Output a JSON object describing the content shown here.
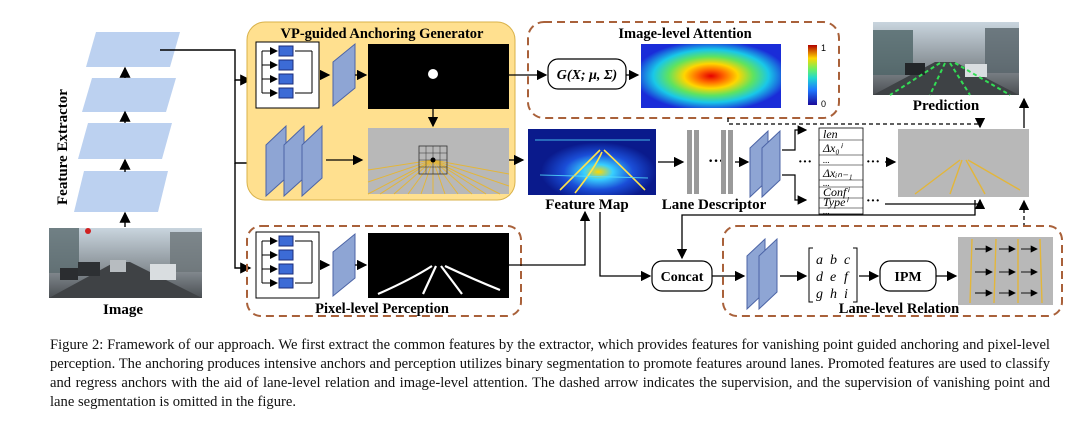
{
  "labels": {
    "feature_extractor": "Feature Extractor",
    "image": "Image",
    "vp_generator": "VP-guided Anchoring Generator",
    "image_attention": "Image-level Attention",
    "gaussian": "G(X; μ, Σ)",
    "colorbar_max": "1",
    "colorbar_min": "0",
    "prediction": "Prediction",
    "feature_map": "Feature Map",
    "lane_descriptor": "Lane Descriptor",
    "descriptor_fields": [
      "len",
      "Δx₀ⁱ",
      "...",
      "Δxᵢₙ₋₁",
      "...",
      "Confⁱ",
      "Typeⁱ",
      "..."
    ],
    "pixel_perception": "Pixel-level Perception",
    "concat": "Concat",
    "matrix": [
      [
        "a",
        "b",
        "c"
      ],
      [
        "d",
        "e",
        "f"
      ],
      [
        "g",
        "h",
        "i"
      ]
    ],
    "ipm": "IPM",
    "lane_relation": "Lane-level Relation"
  },
  "caption": "Figure 2: Framework of our approach. We first extract the common features by the extractor, which provides features for vanishing point guided anchoring and pixel-level perception. The anchoring produces intensive anchors and perception utilizes binary segmentation to promote features around lanes. Promoted features are used to classify and regress anchors with the aid of lane-level relation and image-level attention. The dashed arrow indicates the supervision, and the supervision of vanishing point and lane segmentation is omitted in the figure."
}
